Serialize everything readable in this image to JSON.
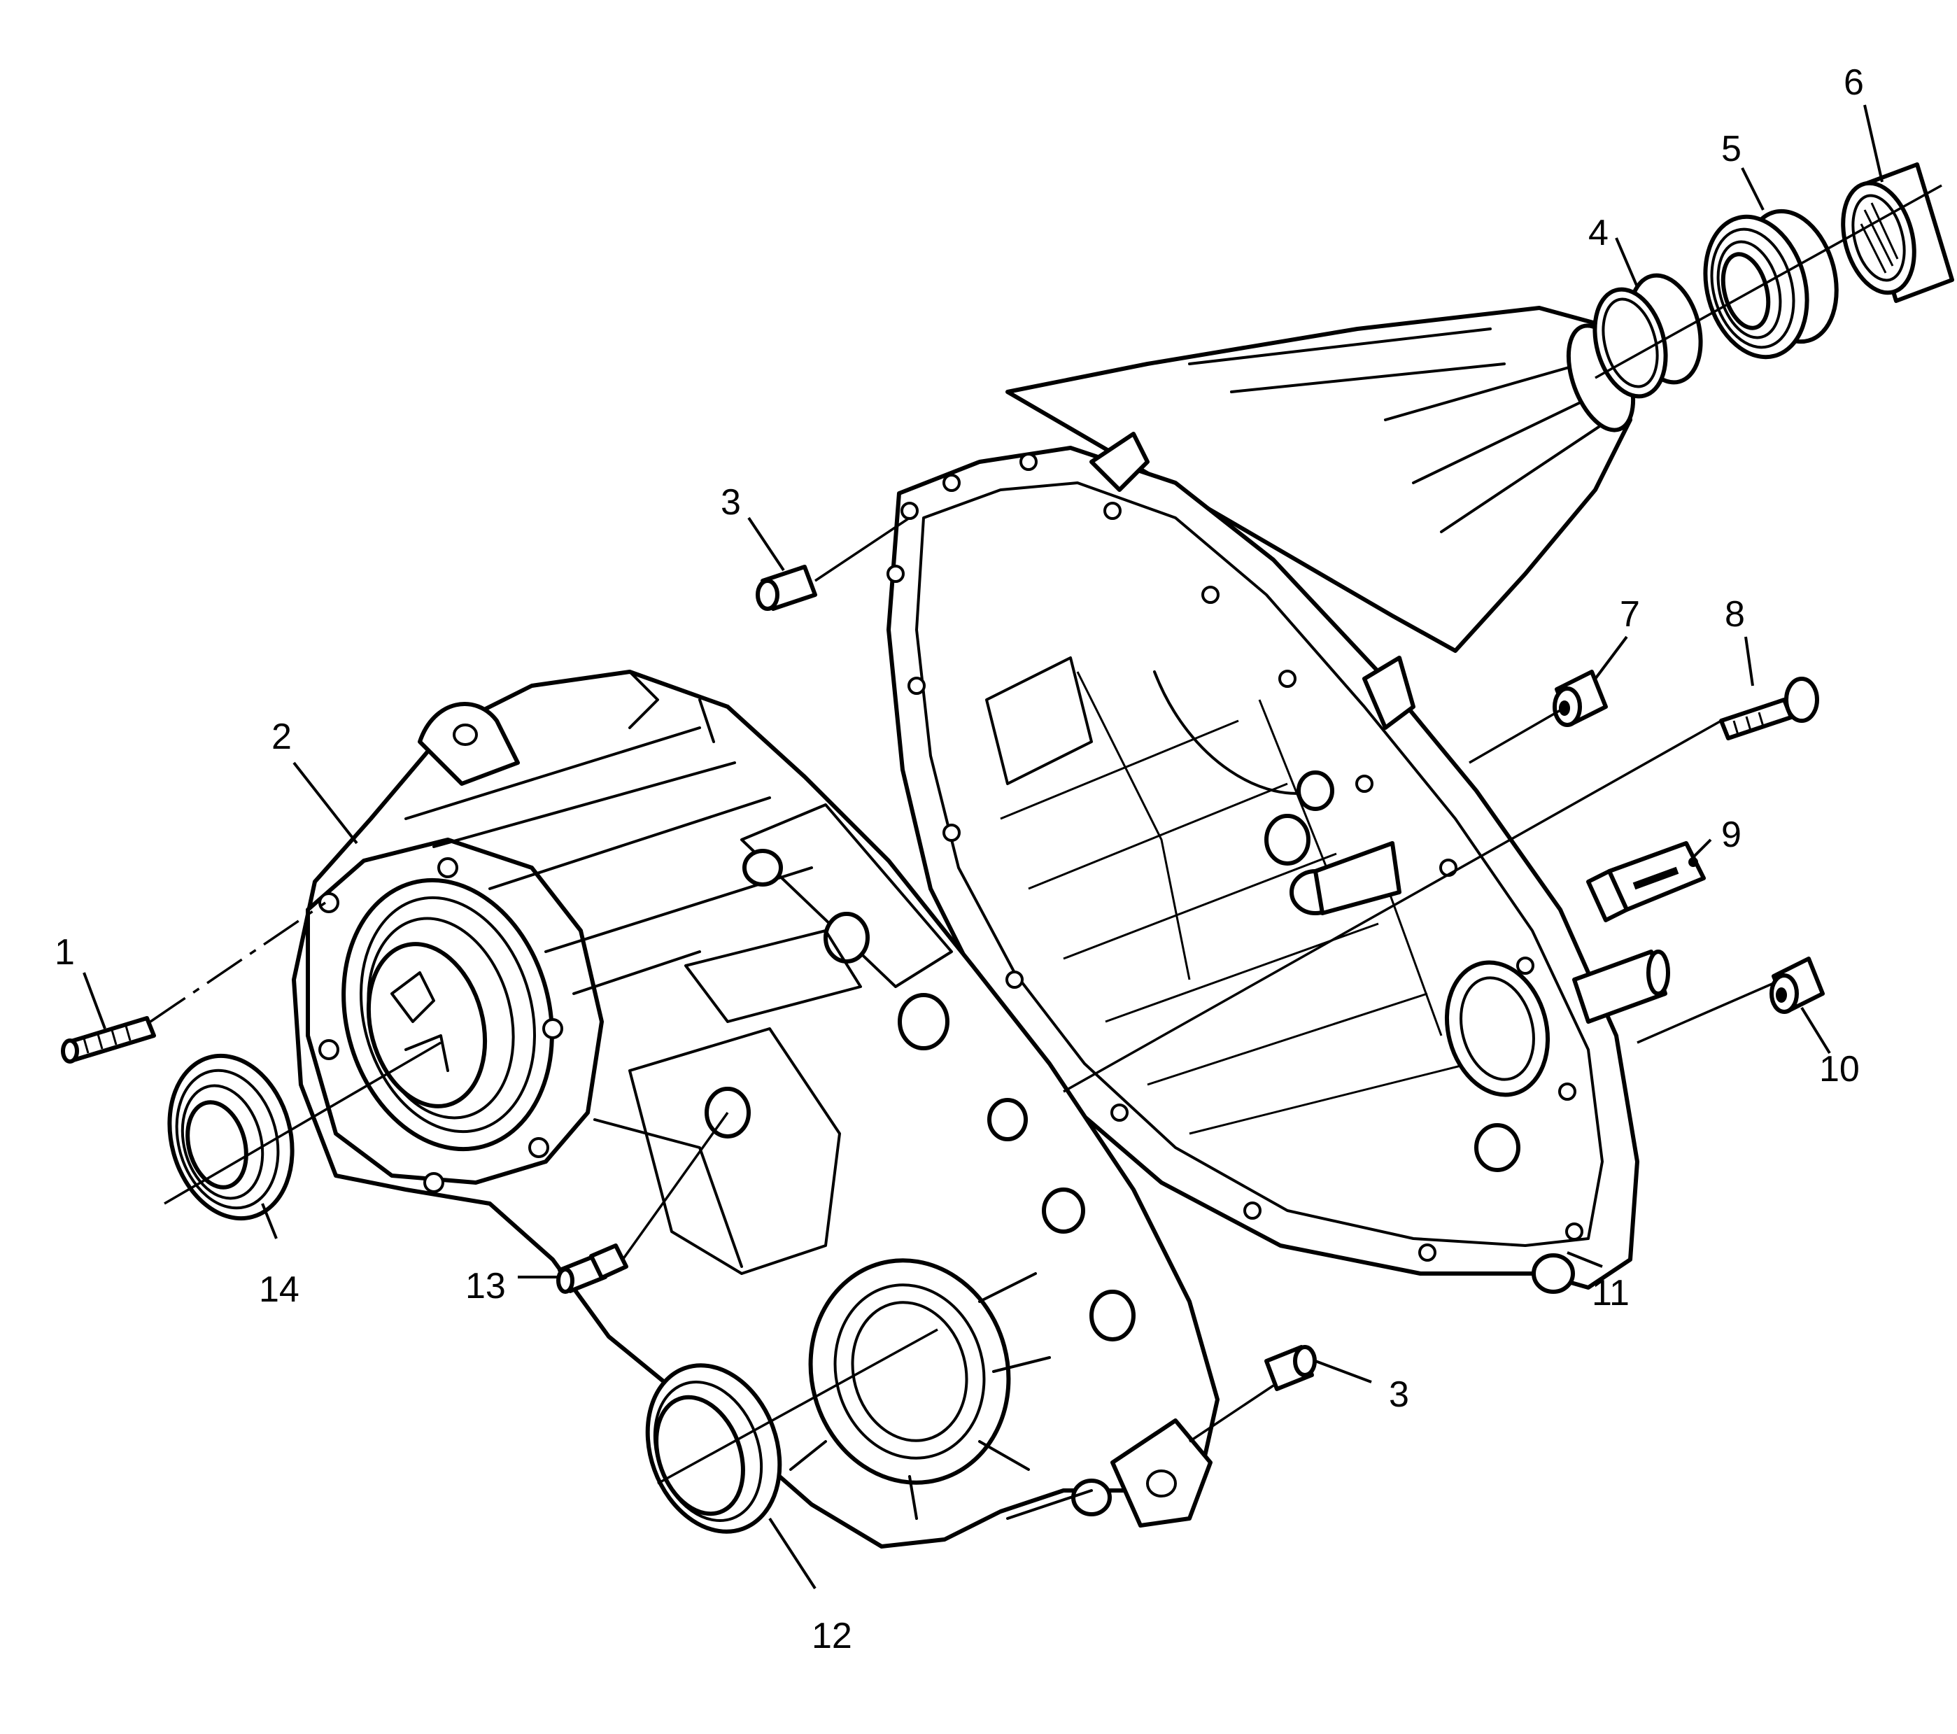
{
  "callouts": [
    {
      "id": "c1",
      "label": "1"
    },
    {
      "id": "c2",
      "label": "2"
    },
    {
      "id": "c3a",
      "label": "3"
    },
    {
      "id": "c3b",
      "label": "3"
    },
    {
      "id": "c4",
      "label": "4"
    },
    {
      "id": "c5",
      "label": "5"
    },
    {
      "id": "c6",
      "label": "6"
    },
    {
      "id": "c7",
      "label": "7"
    },
    {
      "id": "c8",
      "label": "8"
    },
    {
      "id": "c9",
      "label": "9"
    },
    {
      "id": "c10",
      "label": "10"
    },
    {
      "id": "c11",
      "label": "11"
    },
    {
      "id": "c12",
      "label": "12"
    },
    {
      "id": "c13",
      "label": "13"
    },
    {
      "id": "c14",
      "label": "14"
    }
  ]
}
